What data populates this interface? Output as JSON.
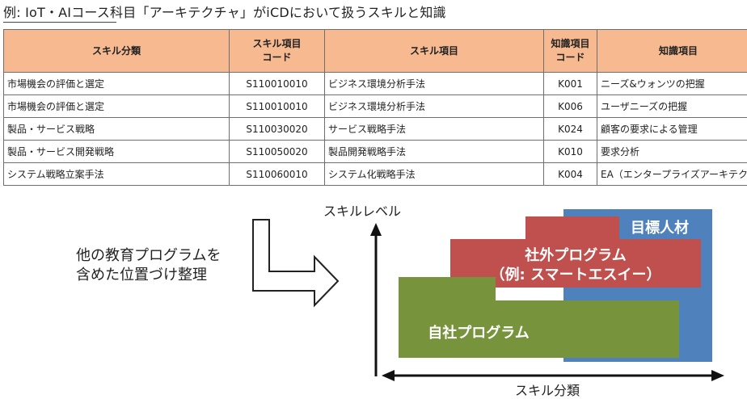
{
  "caption": "例: IoT・AIコース科目「アーキテクチャ」がiCDにおいて扱うスキルと知識",
  "table": {
    "headers": {
      "skill_category": "スキル分類",
      "skill_code_line1": "スキル項目",
      "skill_code_line2": "コード",
      "skill_item": "スキル項目",
      "knowledge_code_line1": "知識項目",
      "knowledge_code_line2": "コード",
      "knowledge_item": "知識項目"
    },
    "rows": [
      {
        "category": "市場機会の評価と選定",
        "skill_code": "S110010010",
        "skill_item": "ビジネス環境分析手法",
        "knowledge_code": "K001",
        "knowledge_item": "ニーズ&ウォンツの把握"
      },
      {
        "category": "市場機会の評価と選定",
        "skill_code": "S110010010",
        "skill_item": "ビジネス環境分析手法",
        "knowledge_code": "K006",
        "knowledge_item": "ユーザニーズの把握"
      },
      {
        "category": "製品・サービス戦略",
        "skill_code": "S110030020",
        "skill_item": "サービス戦略手法",
        "knowledge_code": "K024",
        "knowledge_item": "顧客の要求による管理"
      },
      {
        "category": "製品・サービス開発戦略",
        "skill_code": "S110050020",
        "skill_item": "製品開発戦略手法",
        "knowledge_code": "K010",
        "knowledge_item": "要求分析"
      },
      {
        "category": "システム戦略立案手法",
        "skill_code": "S110060010",
        "skill_item": "システム化戦略手法",
        "knowledge_code": "K004",
        "knowledge_item": "EA（エンタープライズアーキテクチャ"
      }
    ]
  },
  "diagram": {
    "left_text_line1": "他の教育プログラムを",
    "left_text_line2": "含めた位置づけ整理",
    "y_axis_label": "スキルレベル",
    "x_axis_label": "スキル分類",
    "target_label": "目標人材",
    "external_label_line1": "社外プログラム",
    "external_label_line2": "（例: スマートエスイー）",
    "internal_label": "自社プログラム",
    "colors": {
      "target": "#4f81bd",
      "external": "#c0504d",
      "internal": "#77933c",
      "header_fill": "#f6b990"
    }
  }
}
